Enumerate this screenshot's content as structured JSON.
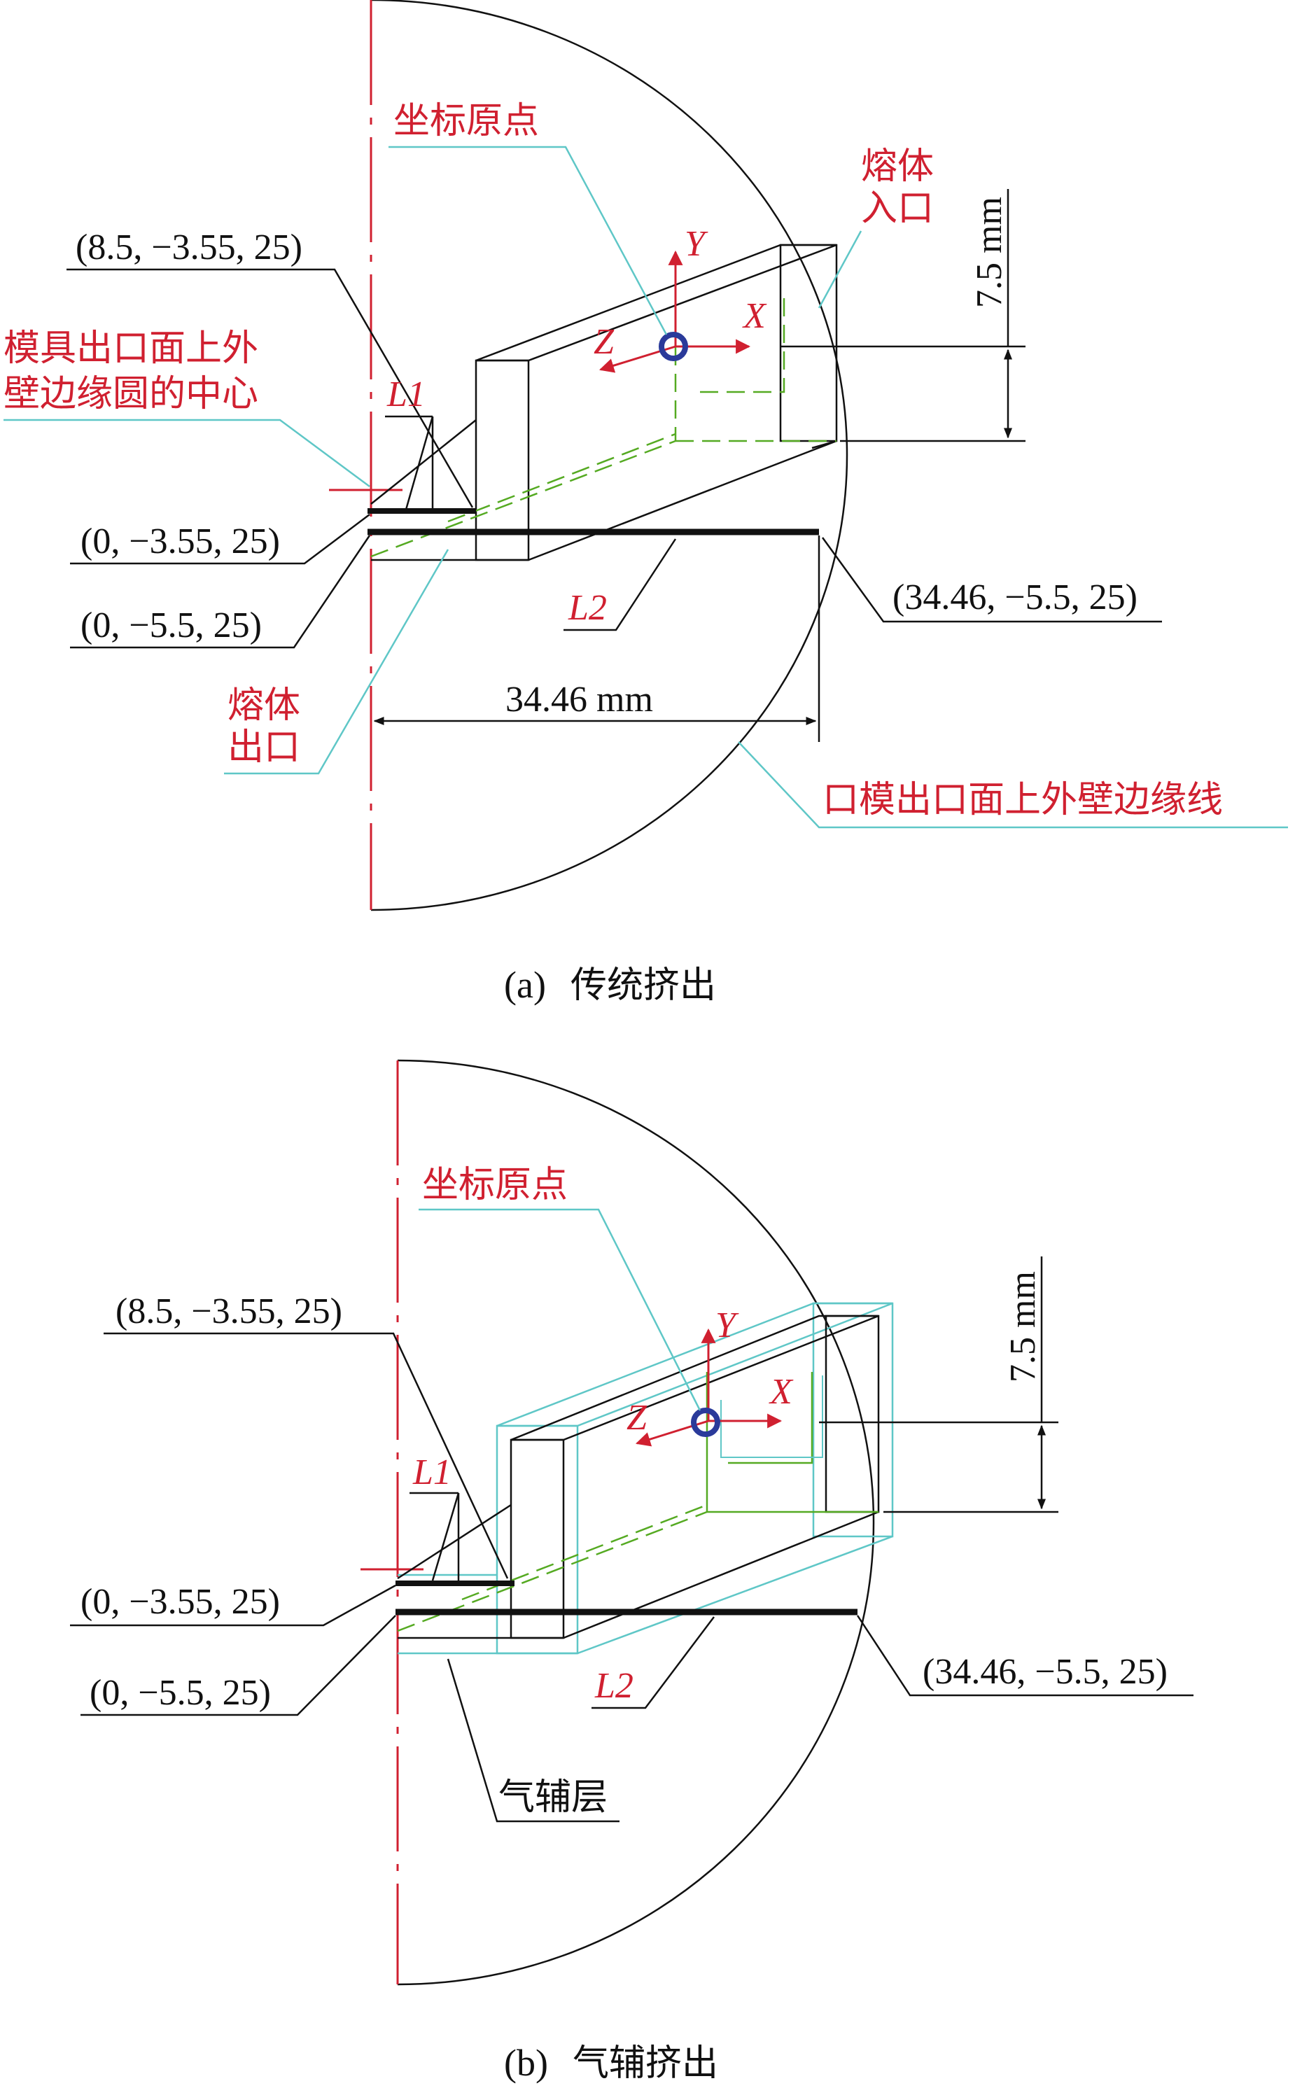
{
  "diagram_a": {
    "origin_label": "坐标原点",
    "melt_inlet": [
      "熔体",
      "入口"
    ],
    "die_center_label": [
      "模具出口面上外",
      "壁边缘圆的中心"
    ],
    "melt_outlet": [
      "熔体",
      "出口"
    ],
    "die_edge_label": "口模出口面上外壁边缘线",
    "coord_top": "(8.5, −3.55, 25)",
    "coord_left1": "(0, −3.55, 25)",
    "coord_left2": "(0, −5.5, 25)",
    "coord_right": "(34.46, −5.5, 25)",
    "dim_width": "34.46 mm",
    "dim_height": "7.5 mm",
    "line1": "L1",
    "line2": "L2",
    "axis_x": "X",
    "axis_y": "Y",
    "axis_z": "Z",
    "caption_prefix": "(a)",
    "caption_text": "传统挤出"
  },
  "diagram_b": {
    "origin_label": "坐标原点",
    "coord_top": "(8.5, −3.55, 25)",
    "coord_left1": "(0, −3.55, 25)",
    "coord_left2": "(0, −5.5, 25)",
    "coord_right": "(34.46, −5.5, 25)",
    "dim_height": "7.5 mm",
    "air_layer": "气辅层",
    "line1": "L1",
    "line2": "L2",
    "axis_x": "X",
    "axis_y": "Y",
    "axis_z": "Z",
    "caption_prefix": "(b)",
    "caption_text": "气辅挤出"
  },
  "colors": {
    "red": "#d02030",
    "cyan": "#5fc7c7",
    "green": "#55aa22",
    "blue": "#2a3a9a",
    "black": "#111111"
  }
}
